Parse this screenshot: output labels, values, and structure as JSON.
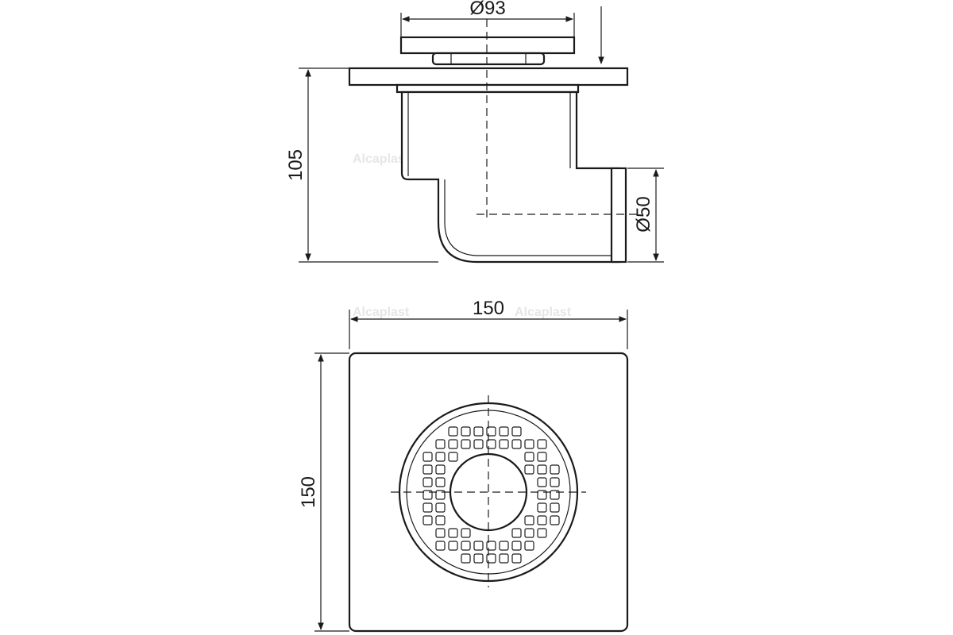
{
  "dimensions": {
    "top_diameter": "Ø93",
    "height": "105",
    "outlet_diameter": "Ø50",
    "width": "150",
    "depth": "150"
  },
  "watermark": "Alcaplast",
  "colors": {
    "line": "#1a1a1a",
    "background": "#ffffff",
    "watermark": "#e6e6e6"
  }
}
